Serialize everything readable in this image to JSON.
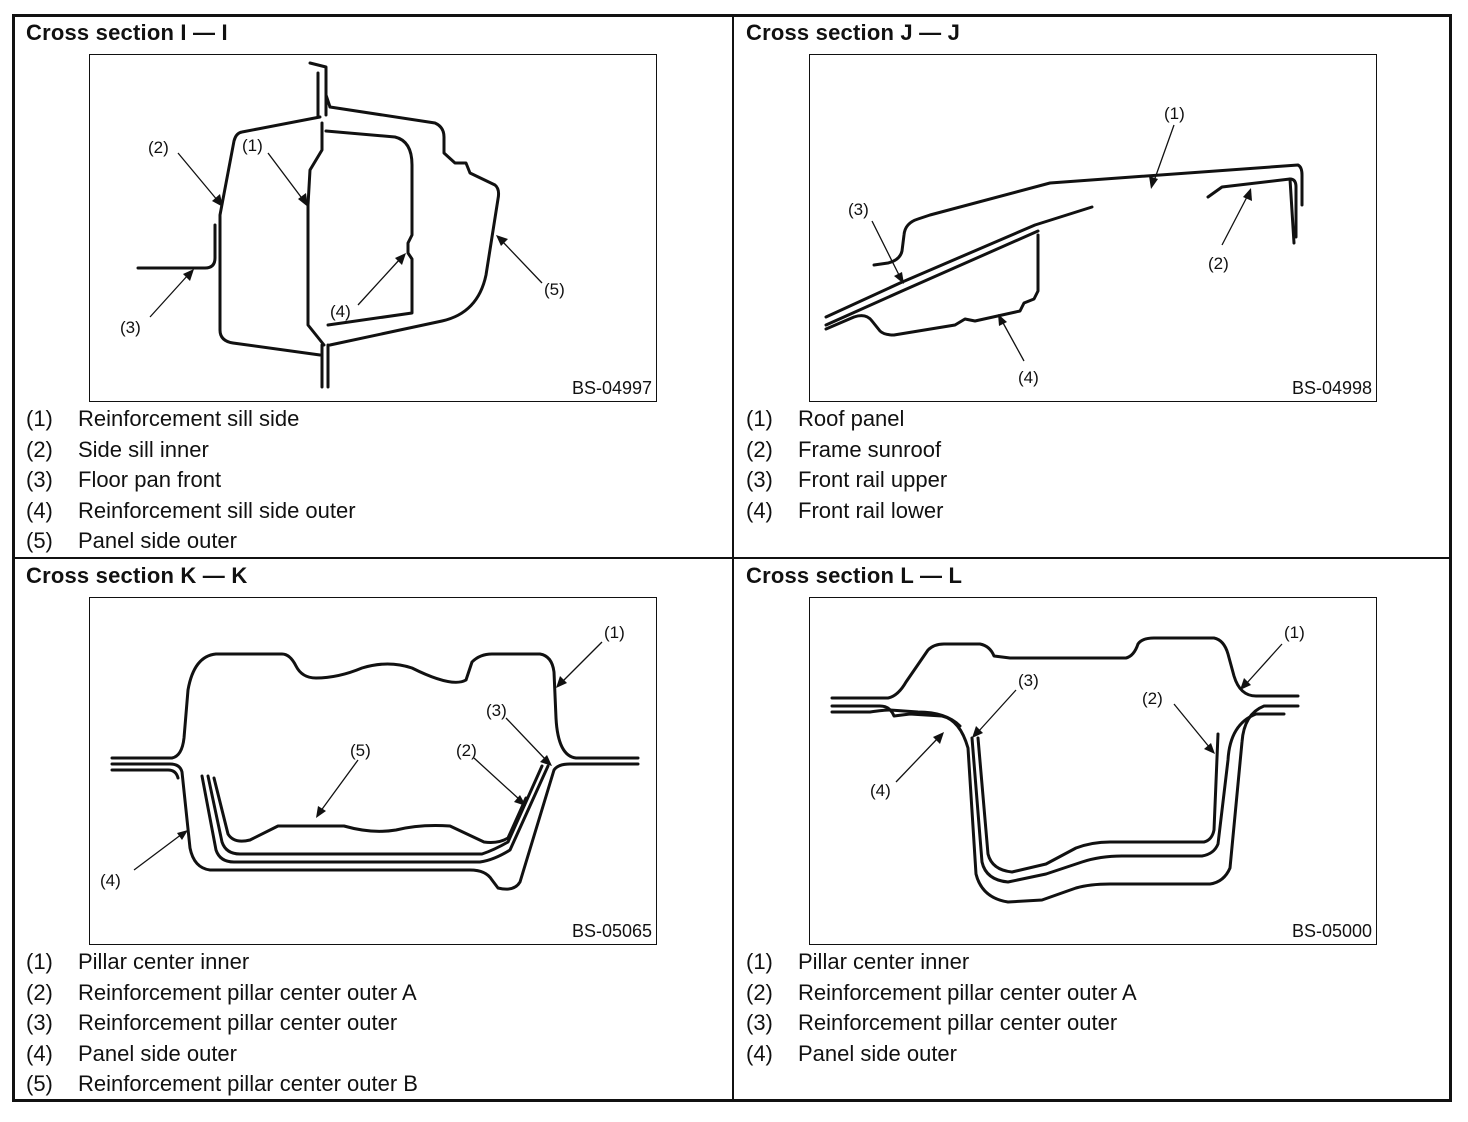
{
  "panels": [
    {
      "title": "Cross section I — I",
      "code": "BS-04997",
      "legend": [
        {
          "num": "(1)",
          "text": "Reinforcement sill side"
        },
        {
          "num": "(2)",
          "text": "Side sill inner"
        },
        {
          "num": "(3)",
          "text": "Floor pan front"
        },
        {
          "num": "(4)",
          "text": "Reinforcement sill side outer"
        },
        {
          "num": "(5)",
          "text": "Panel side outer"
        }
      ],
      "callouts": [
        "(1)",
        "(2)",
        "(3)",
        "(4)",
        "(5)"
      ]
    },
    {
      "title": "Cross section J — J",
      "code": "BS-04998",
      "legend": [
        {
          "num": "(1)",
          "text": "Roof panel"
        },
        {
          "num": "(2)",
          "text": "Frame sunroof"
        },
        {
          "num": "(3)",
          "text": "Front rail upper"
        },
        {
          "num": "(4)",
          "text": "Front rail lower"
        }
      ],
      "callouts": [
        "(1)",
        "(2)",
        "(3)",
        "(4)"
      ]
    },
    {
      "title": "Cross section K — K",
      "code": "BS-05065",
      "legend": [
        {
          "num": "(1)",
          "text": "Pillar center inner"
        },
        {
          "num": "(2)",
          "text": "Reinforcement pillar center outer A"
        },
        {
          "num": "(3)",
          "text": "Reinforcement pillar center outer"
        },
        {
          "num": "(4)",
          "text": "Panel side outer"
        },
        {
          "num": "(5)",
          "text": "Reinforcement pillar center outer B"
        }
      ],
      "callouts": [
        "(1)",
        "(2)",
        "(3)",
        "(4)",
        "(5)"
      ]
    },
    {
      "title": "Cross section L — L",
      "code": "BS-05000",
      "legend": [
        {
          "num": "(1)",
          "text": "Pillar center inner"
        },
        {
          "num": "(2)",
          "text": "Reinforcement pillar center outer A"
        },
        {
          "num": "(3)",
          "text": "Reinforcement pillar center outer"
        },
        {
          "num": "(4)",
          "text": "Panel side outer"
        }
      ],
      "callouts": [
        "(1)",
        "(2)",
        "(3)",
        "(4)"
      ]
    }
  ]
}
